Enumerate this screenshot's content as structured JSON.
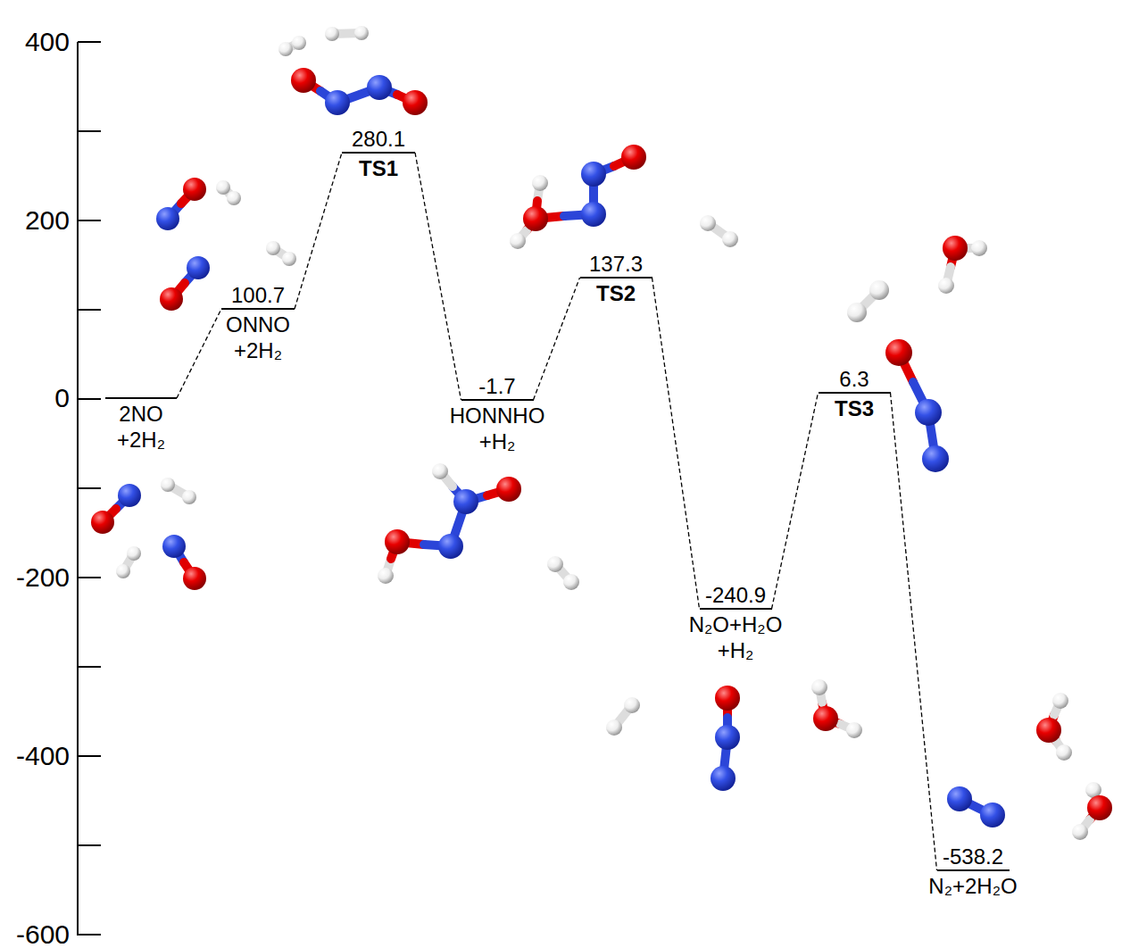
{
  "diagram": {
    "nodes": [
      {
        "text": [
          "2NO +2H₂"
        ]
      },
      {
        "text": [
          "100.7",
          "ONNO +2H₂"
        ]
      },
      {
        "text": [
          "280.1",
          "TS1"
        ]
      },
      {
        "text": [
          "-1.7",
          "HONNHO +H₂"
        ]
      },
      {
        "text": [
          "137.3",
          "TS2"
        ]
      },
      {
        "text": [
          "-240.9",
          "N₂O+H₂O +H₂"
        ]
      },
      {
        "text": [
          "6.3",
          "TS3"
        ]
      },
      {
        "text": [
          "-538.2",
          "N₂+2H₂O"
        ]
      }
    ],
    "edges": [
      {
        "from": 0,
        "to": 1,
        "arrow": "none"
      },
      {
        "from": 1,
        "to": 2,
        "arrow": "none"
      },
      {
        "from": 2,
        "to": 3,
        "arrow": "none"
      },
      {
        "from": 3,
        "to": 4,
        "arrow": "none"
      },
      {
        "from": 4,
        "to": 5,
        "arrow": "none"
      },
      {
        "from": 5,
        "to": 6,
        "arrow": "none"
      },
      {
        "from": 6,
        "to": 7,
        "arrow": "none"
      }
    ],
    "labels": [
      "400",
      "200",
      "0",
      "-200",
      "-400",
      "-600"
    ]
  }
}
